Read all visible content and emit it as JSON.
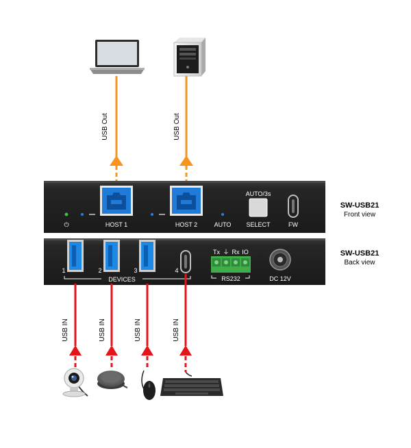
{
  "front_panel": {
    "model": "SW-USB21",
    "view": "Front view",
    "host1_label": "HOST 1",
    "host2_label": "HOST 2",
    "auto_label": "AUTO",
    "select_label": "SELECT",
    "auto_time_label": "AUTO/3s",
    "fw_label": "FW",
    "power_icon": "⏻"
  },
  "back_panel": {
    "model": "SW-USB21",
    "view": "Back view",
    "port_numbers": [
      "1",
      "2",
      "3",
      "4"
    ],
    "devices_label": "DEVICES",
    "rs232_pins": [
      "Tx",
      "⏚",
      "Rx",
      "IO"
    ],
    "rs232_label": "RS232",
    "dc_label": "DC 12V"
  },
  "connections": {
    "usb_out_label": "USB Out",
    "usb_in_label": "USB IN"
  },
  "colors": {
    "usb_out_arrow": "#f7941d",
    "usb_in_arrow": "#e5141b",
    "chassis": "#232323",
    "usb3_blue": "#1e88e5",
    "terminal_green": "#3fae49"
  },
  "icons": {
    "host1": "laptop-icon",
    "host2": "desktop-tower-icon",
    "device1": "webcam-icon",
    "device2": "speakerphone-icon",
    "device3": "mouse-icon",
    "device4": "keyboard-icon"
  }
}
